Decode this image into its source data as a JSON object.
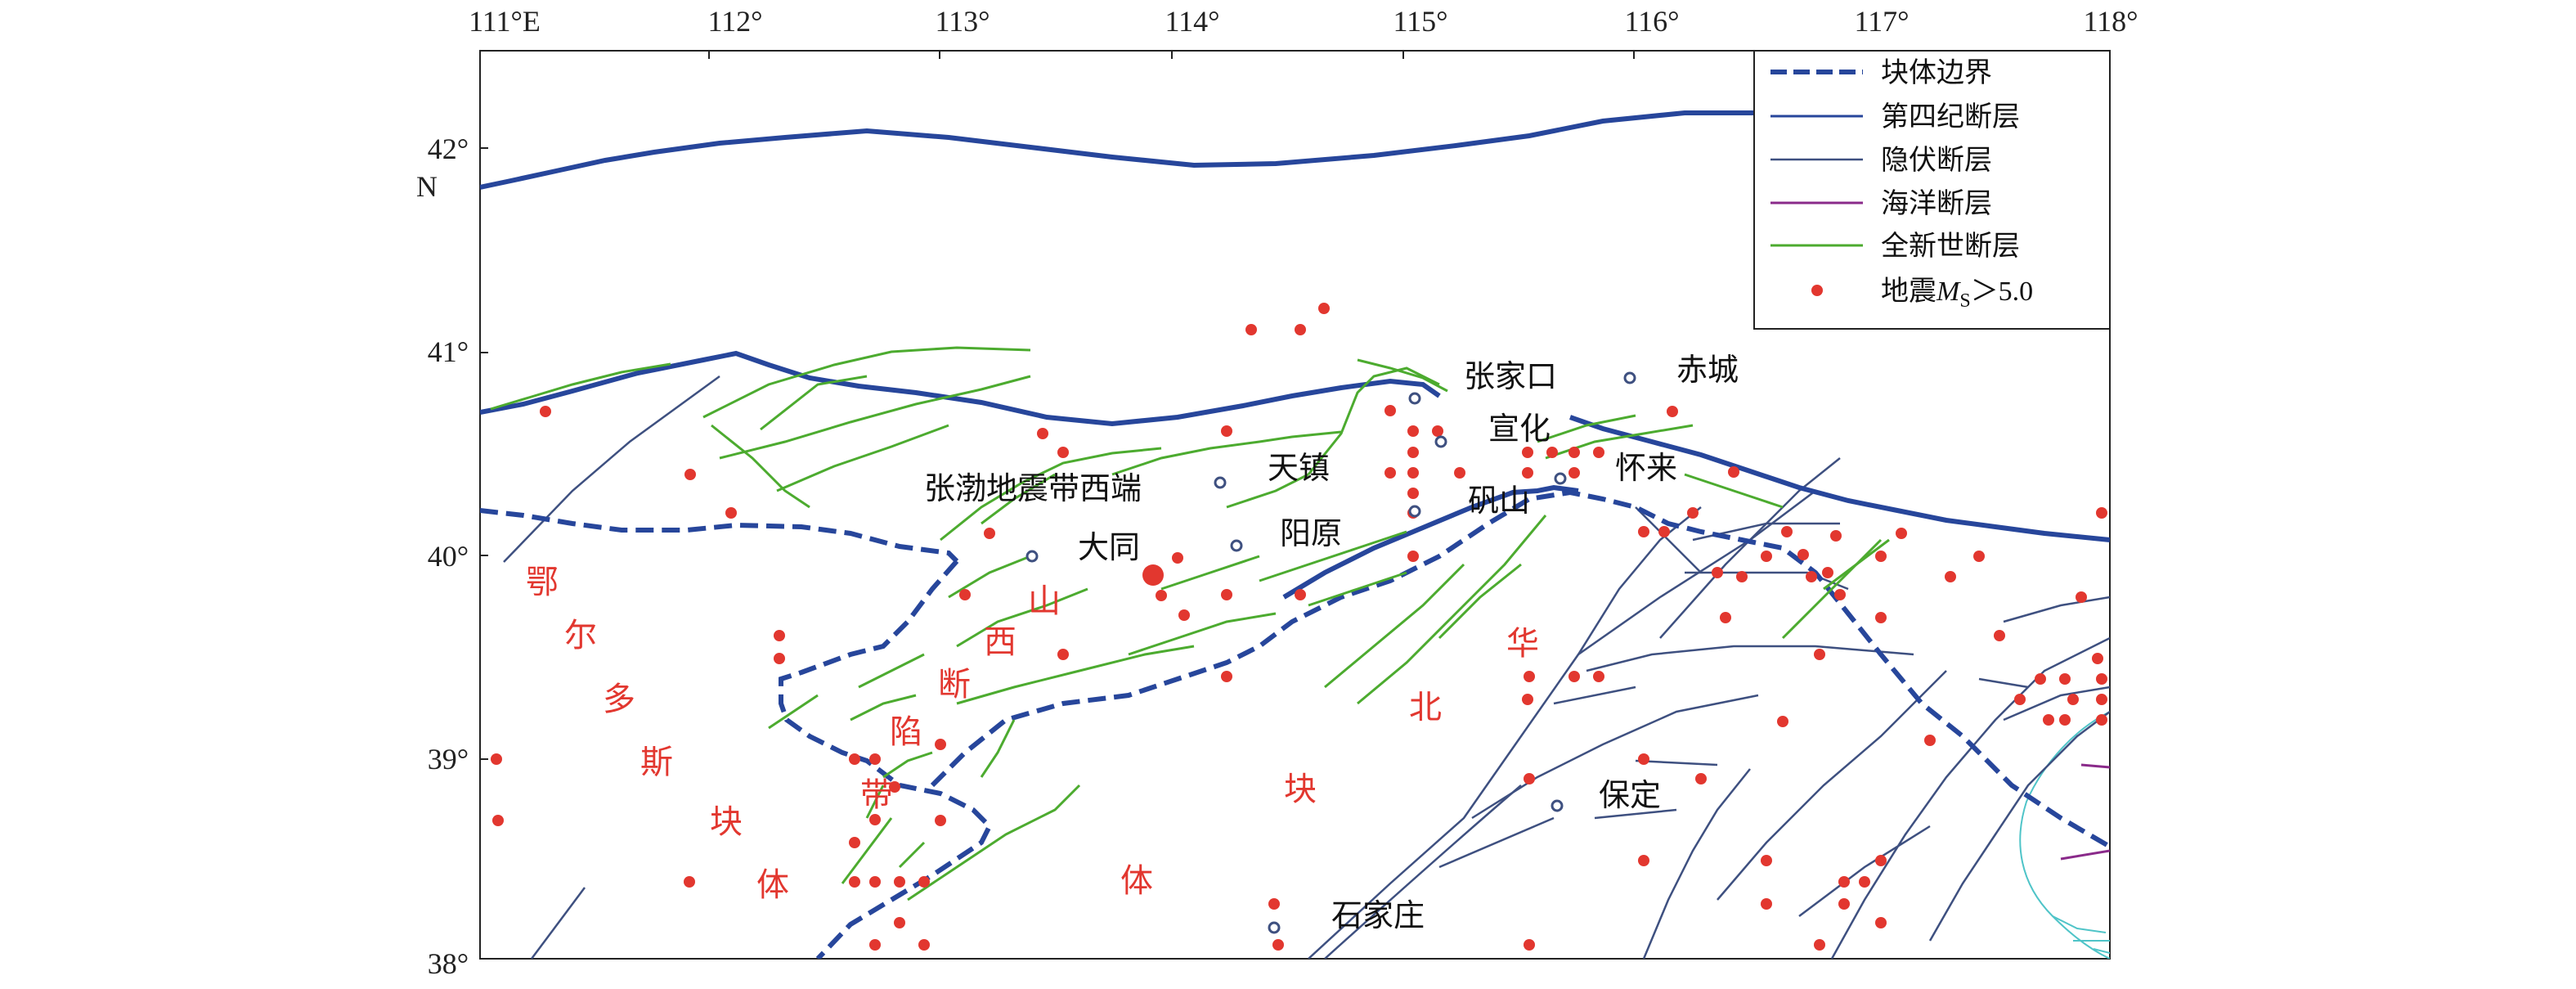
{
  "map": {
    "longitude_ticks": [
      "111°E",
      "112°",
      "113°",
      "114°",
      "115°",
      "116°",
      "117°",
      "118°"
    ],
    "latitude_ticks": [
      "42°",
      "41°",
      "40°",
      "39°",
      "38°"
    ],
    "north_label": "N",
    "legend": [
      {
        "key": "block-boundary",
        "label": "块体边界",
        "color": "#27469b",
        "style": "dashed"
      },
      {
        "key": "quaternary-fault",
        "label": "第四纪断层",
        "color": "#27469b",
        "style": "solid"
      },
      {
        "key": "buried-fault",
        "label": "隐伏断层",
        "color": "#3e5080",
        "style": "solid"
      },
      {
        "key": "ocean-fault",
        "label": "海洋断层",
        "color": "#8a2a8a",
        "style": "solid"
      },
      {
        "key": "holocene-fault",
        "label": "全新世断层",
        "color": "#4cab2f",
        "style": "solid"
      },
      {
        "key": "earthquake",
        "label": "地震",
        "label_math": "M",
        "label_sub": "S",
        "label_suffix": "＞5.0",
        "color": "#e2372f",
        "style": "dot"
      }
    ],
    "places": [
      "张家口",
      "赤城",
      "宣化",
      "怀来",
      "天镇",
      "张渤地震带西端",
      "矾山",
      "阳原",
      "大同",
      "保定",
      "石家庄"
    ],
    "regions": {
      "ordos": [
        "鄂",
        "尔",
        "多",
        "斯",
        "块",
        "体"
      ],
      "shanxi": [
        "山",
        "西",
        "断",
        "陷",
        "带"
      ],
      "north_china_bei": "北",
      "north_china_hua": "华",
      "north_china_kuai": "块",
      "north_china_ti": "体"
    },
    "colors": {
      "quake": "#e2372f",
      "boundary": "#27469b",
      "quaternary": "#27469b",
      "buried": "#3e5080",
      "holocene": "#4cab2f",
      "ocean": "#8a2a8a",
      "coast": "#4fc4c8",
      "region_text": "#e2372f"
    }
  }
}
